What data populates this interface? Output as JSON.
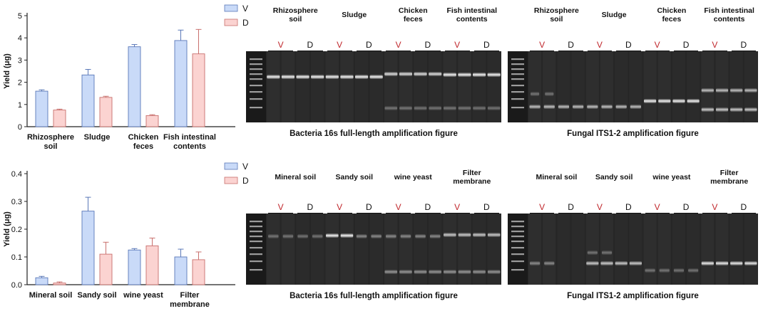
{
  "chart_data": [
    {
      "type": "bar",
      "ylabel": "Yield (μg)",
      "xlabel": "",
      "ylim": [
        0,
        5
      ],
      "yticks": [
        "0",
        "1",
        "2",
        "3",
        "4",
        "5"
      ],
      "categories": [
        "Rhizosphere soil",
        "Sludge",
        "Chicken feces",
        "Fish intestinal contents"
      ],
      "category_lines": [
        [
          "Rhizosphere",
          "soil"
        ],
        [
          "Sludge"
        ],
        [
          "Chicken",
          "feces"
        ],
        [
          "Fish intestinal",
          "contents"
        ]
      ],
      "legend_position": "top-right",
      "series": [
        {
          "name": "V",
          "color": "#c9daf8",
          "values": [
            1.6,
            2.33,
            3.6,
            3.88
          ],
          "errors": [
            0.06,
            0.25,
            0.1,
            0.47
          ]
        },
        {
          "name": "D",
          "color": "#fbd3d1",
          "values": [
            0.75,
            1.32,
            0.5,
            3.28
          ],
          "errors": [
            0.04,
            0.05,
            0.04,
            1.1
          ]
        }
      ]
    },
    {
      "type": "bar",
      "ylabel": "Yield (μg)",
      "xlabel": "",
      "ylim": [
        0,
        0.4
      ],
      "yticks": [
        "0.0",
        "0.1",
        "0.2",
        "0.3",
        "0.4"
      ],
      "categories": [
        "Mineral soil",
        "Sandy soil",
        "wine yeast",
        "Filter membrane"
      ],
      "category_lines": [
        [
          "Mineral soil"
        ],
        [
          "Sandy soil"
        ],
        [
          "wine yeast"
        ],
        [
          "Filter",
          "membrane"
        ]
      ],
      "legend_position": "top-right",
      "series": [
        {
          "name": "V",
          "color": "#c9daf8",
          "values": [
            0.025,
            0.265,
            0.125,
            0.1
          ],
          "errors": [
            0.005,
            0.05,
            0.005,
            0.028
          ]
        },
        {
          "name": "D",
          "color": "#fbd3d1",
          "values": [
            0.006,
            0.11,
            0.14,
            0.09
          ],
          "errors": [
            0.004,
            0.043,
            0.028,
            0.028
          ]
        }
      ]
    }
  ],
  "gels": [
    {
      "caption": "Bacteria 16s full-length amplification figure",
      "headers": [
        [
          "Rhizosphere",
          "soil"
        ],
        [
          "Sludge"
        ],
        [
          "Chicken",
          "feces"
        ],
        [
          "Fish intestinal",
          "contents"
        ]
      ],
      "v_label": "V",
      "d_label": "D",
      "accent_v": "#c0282d"
    },
    {
      "caption": "Fungal ITS1-2 amplification figure",
      "headers": [
        [
          "Rhizosphere",
          "soil"
        ],
        [
          "Sludge"
        ],
        [
          "Chicken",
          "feces"
        ],
        [
          "Fish intestinal",
          "contents"
        ]
      ],
      "v_label": "V",
      "d_label": "D",
      "accent_v": "#c0282d"
    },
    {
      "caption": "Bacteria 16s full-length amplification figure",
      "headers": [
        [
          "Mineral soil"
        ],
        [
          "Sandy soil"
        ],
        [
          "wine yeast"
        ],
        [
          "Filter",
          "membrane"
        ]
      ],
      "v_label": "V",
      "d_label": "D",
      "accent_v": "#c0282d"
    },
    {
      "caption": "Fungal ITS1-2 amplification figure",
      "headers": [
        [
          "Mineral soil"
        ],
        [
          "Sandy soil"
        ],
        [
          "wine yeast"
        ],
        [
          "Filter",
          "membrane"
        ]
      ],
      "v_label": "V",
      "d_label": "D",
      "accent_v": "#c0282d"
    }
  ]
}
